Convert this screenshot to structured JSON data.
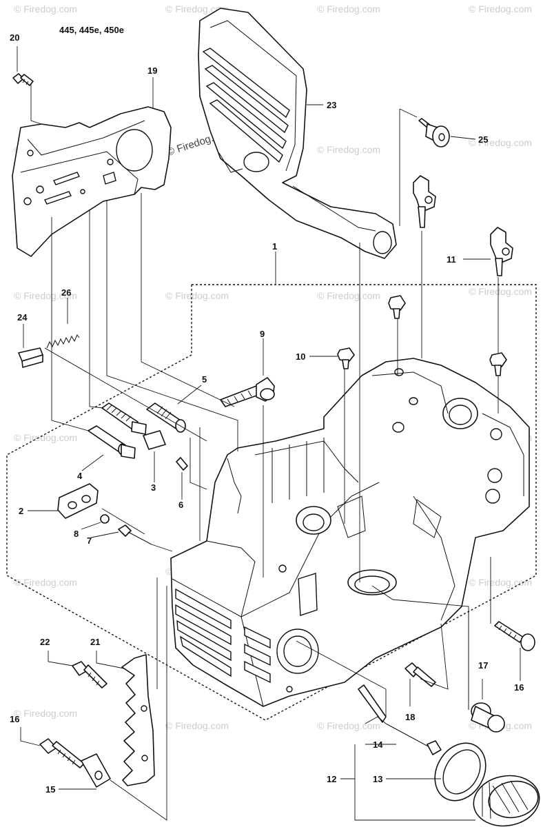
{
  "header": {
    "model_label": "445, 445e, 450e"
  },
  "watermark": {
    "text": "© Firedog.com",
    "main_text": "© Firedog.com"
  },
  "callouts": {
    "c1": "1",
    "c2": "2",
    "c3": "3",
    "c4": "4",
    "c5": "5",
    "c6": "6",
    "c7": "7",
    "c8": "8",
    "c9": "9",
    "c10": "10",
    "c11": "11",
    "c12": "12",
    "c13": "13",
    "c14": "14",
    "c15": "15",
    "c16a": "16",
    "c16b": "16",
    "c17": "17",
    "c18": "18",
    "c19": "19",
    "c20": "20",
    "c21": "21",
    "c22": "22",
    "c23": "23",
    "c24": "24",
    "c25": "25",
    "c26": "26"
  }
}
